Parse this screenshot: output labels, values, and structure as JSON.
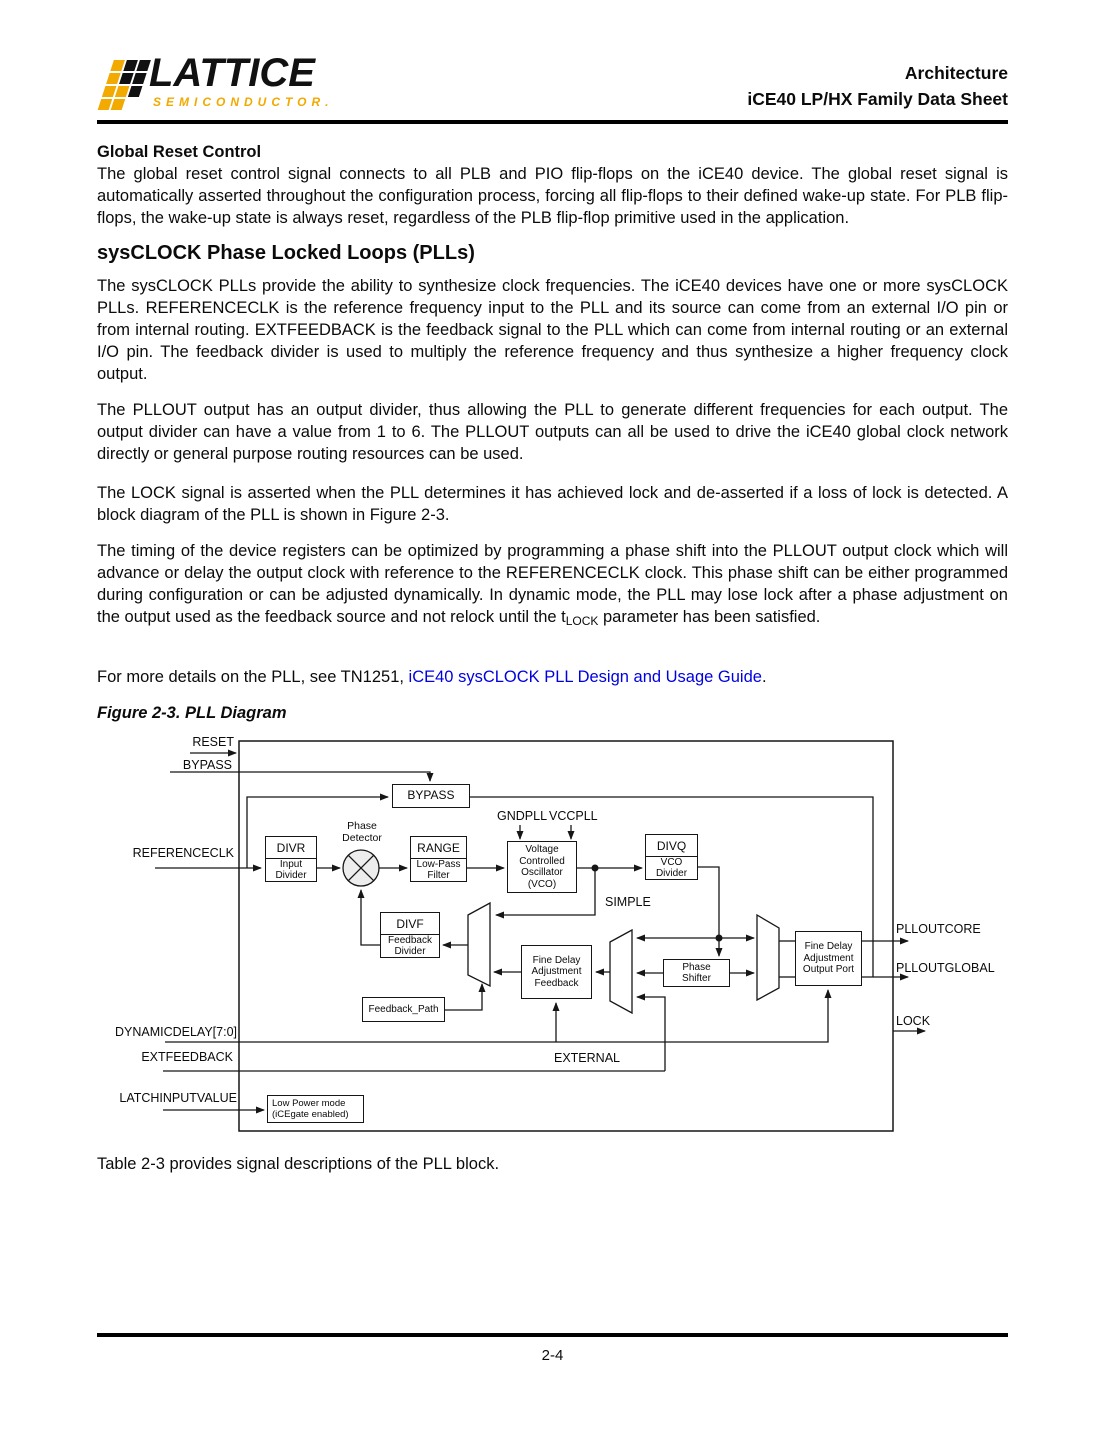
{
  "colors": {
    "accent_orange": "#F2A900",
    "link_blue": "#0000E0",
    "ink": "#0B0B0B"
  },
  "header": {
    "brand": "LATTICE",
    "brand_sub": "SEMICONDUCTOR.",
    "title_line1": "Architecture",
    "title_line2": "iCE40 LP/HX Family Data Sheet"
  },
  "content": {
    "h_global_reset": "Global Reset Control",
    "p_global_reset": "The global reset control signal connects to all PLB and PIO flip-flops on the iCE40 device. The global reset signal is automatically asserted throughout the configuration process, forcing all flip-flops to their defined wake-up state. For PLB flip-flops, the wake-up state is always reset, regardless of the PLB flip-flop primitive used in the application.",
    "h_syspll": "sysCLOCK Phase Locked Loops (PLLs)",
    "p_syspll_1": "The sysCLOCK PLLs provide the ability to synthesize clock frequencies. The iCE40 devices have one or more sysCLOCK PLLs. REFERENCECLK is the reference frequency input to the PLL and its source can come from an external I/O pin or from internal routing. EXTFEEDBACK is the feedback signal to the PLL which can come from internal routing or an external I/O pin. The feedback divider is used to multiply the reference frequency and thus synthesize a higher frequency clock output.",
    "p_syspll_2": "The PLLOUT output has an output divider, thus allowing the PLL to generate different frequencies for each output. The output divider can have a value from 1 to 6. The PLLOUT outputs can all be used to drive the iCE40 global clock network directly or general purpose routing resources can be used.",
    "p_syspll_3": "The LOCK signal is asserted when the PLL determines it has achieved lock and de-asserted if a loss of lock is detected. A block diagram of the PLL is shown in Figure 2-3.",
    "p_timing_a": "The timing of the device registers can be optimized by programming a phase shift into the PLLOUT output clock which will advance or delay the output clock with reference to the REFERENCECLK clock. This phase shift can be either programmed during configuration or can be adjusted dynamically. In dynamic mode, the PLL may lose lock after a phase adjustment on the output used as the feedback source and not relock until the t",
    "p_timing_sub": "LOCK",
    "p_timing_b": " parameter has been satisfied.",
    "p_more_a": "For more details on the PLL, see TN1251, ",
    "p_more_link": "iCE40 sysCLOCK PLL Design and Usage Guide",
    "p_more_b": ".",
    "figure_caption": "Figure 2-3. PLL Diagram",
    "table_note": "Table 2-3 provides signal descriptions of the PLL block."
  },
  "diagram": {
    "ports": {
      "reset": "RESET",
      "bypass": "BYPASS",
      "referenceclk": "REFERENCECLK",
      "dynamicdelay": "DYNAMICDELAY[7:0]",
      "extfeedback": "EXTFEEDBACK",
      "latchinputvalue": "LATCHINPUTVALUE",
      "gndpll": "GNDPLL",
      "vccpll": "VCCPLL",
      "simple": "SIMPLE",
      "external": "EXTERNAL",
      "plloutcore": "PLLOUTCORE",
      "plloutglobal": "PLLOUTGLOBAL",
      "lock": "LOCK"
    },
    "blocks": {
      "bypass": "BYPASS",
      "divr_title": "DIVR",
      "divr_sub": "Input Divider",
      "phase_detector": "Phase Detector",
      "range_title": "RANGE",
      "range_sub": "Low-Pass Filter",
      "vco": "Voltage Controlled Oscillator (VCO)",
      "divq_title": "DIVQ",
      "divq_sub": "VCO Divider",
      "divf_title": "DIVF",
      "divf_sub": "Feedback Divider",
      "fine_delay_feedback": "Fine Delay Adjustment Feedback",
      "feedback_path": "Feedback_Path",
      "phase_shifter": "Phase Shifter",
      "fine_delay_output": "Fine Delay Adjustment Output Port",
      "low_power": "Low Power mode (iCEgate enabled)"
    }
  },
  "footer": {
    "page_number": "2-4"
  }
}
